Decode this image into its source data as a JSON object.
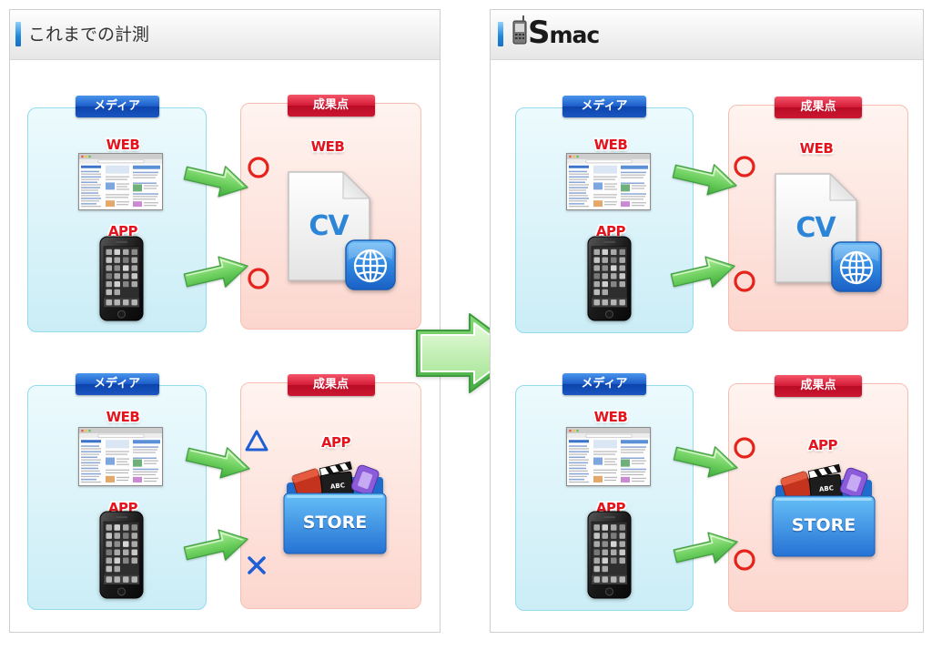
{
  "colors": {
    "media_badge": "#1b5cc8",
    "result_badge": "#d41a35",
    "media_border": "#92dcec",
    "result_border": "#f7bfb2",
    "label_red": "#e3141d",
    "mark_circle": "#e5231b",
    "mark_other": "#1f5fd6",
    "arrow_green": "#5bc158"
  },
  "panels": [
    {
      "title": "これまでの計測",
      "rows": [
        {
          "media": {
            "label": "メディア",
            "web_label": "WEB",
            "app_label": "APP"
          },
          "result": {
            "label": "成果点",
            "type_label": "WEB",
            "icon_text": "CV",
            "web_mark": "circle",
            "app_mark": "circle"
          }
        },
        {
          "media": {
            "label": "メディア",
            "web_label": "WEB",
            "app_label": "APP"
          },
          "result": {
            "label": "成果点",
            "type_label": "APP",
            "icon_text": "STORE",
            "icon_subtext": "ABC",
            "web_mark": "triangle",
            "app_mark": "cross"
          }
        }
      ]
    },
    {
      "logo": "Smac",
      "rows": [
        {
          "media": {
            "label": "メディア",
            "web_label": "WEB",
            "app_label": "APP"
          },
          "result": {
            "label": "成果点",
            "type_label": "WEB",
            "icon_text": "CV",
            "web_mark": "circle",
            "app_mark": "circle"
          }
        },
        {
          "media": {
            "label": "メディア",
            "web_label": "WEB",
            "app_label": "APP"
          },
          "result": {
            "label": "成果点",
            "type_label": "APP",
            "icon_text": "STORE",
            "icon_subtext": "ABC",
            "web_mark": "circle",
            "app_mark": "circle"
          }
        }
      ]
    }
  ]
}
